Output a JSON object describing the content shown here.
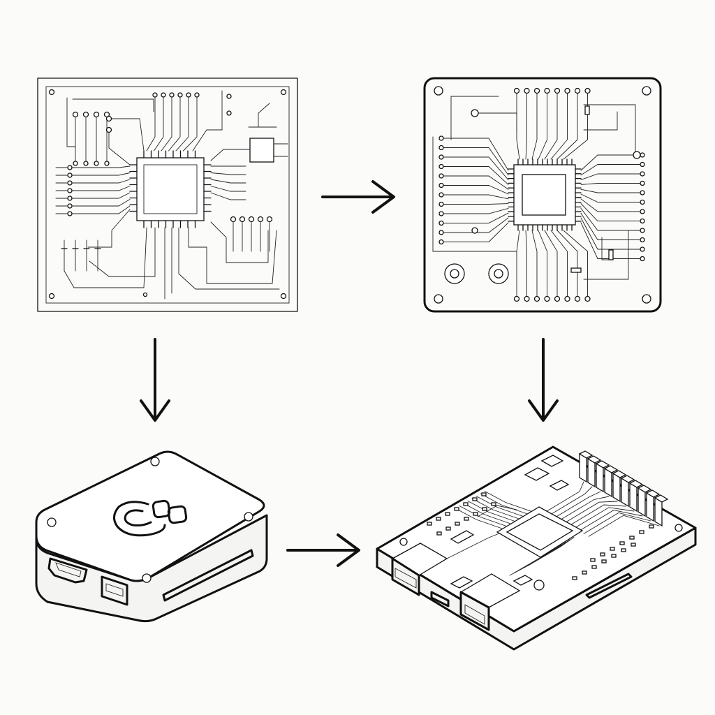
{
  "diagram": {
    "panels": [
      {
        "id": "schematic",
        "icon": "circuit-schematic-icon"
      },
      {
        "id": "pcb-layout",
        "icon": "pcb-layout-icon"
      },
      {
        "id": "enclosure",
        "icon": "device-enclosure-icon"
      },
      {
        "id": "assembled-board",
        "icon": "assembled-board-icon"
      }
    ],
    "arrows": [
      {
        "from": "schematic",
        "to": "pcb-layout",
        "direction": "right"
      },
      {
        "from": "schematic",
        "to": "enclosure",
        "direction": "down"
      },
      {
        "from": "pcb-layout",
        "to": "assembled-board",
        "direction": "down"
      },
      {
        "from": "enclosure",
        "to": "assembled-board",
        "direction": "right"
      }
    ],
    "colors": {
      "ink": "#111111",
      "background": "#fbfbf9",
      "fill": "#ffffff"
    }
  }
}
